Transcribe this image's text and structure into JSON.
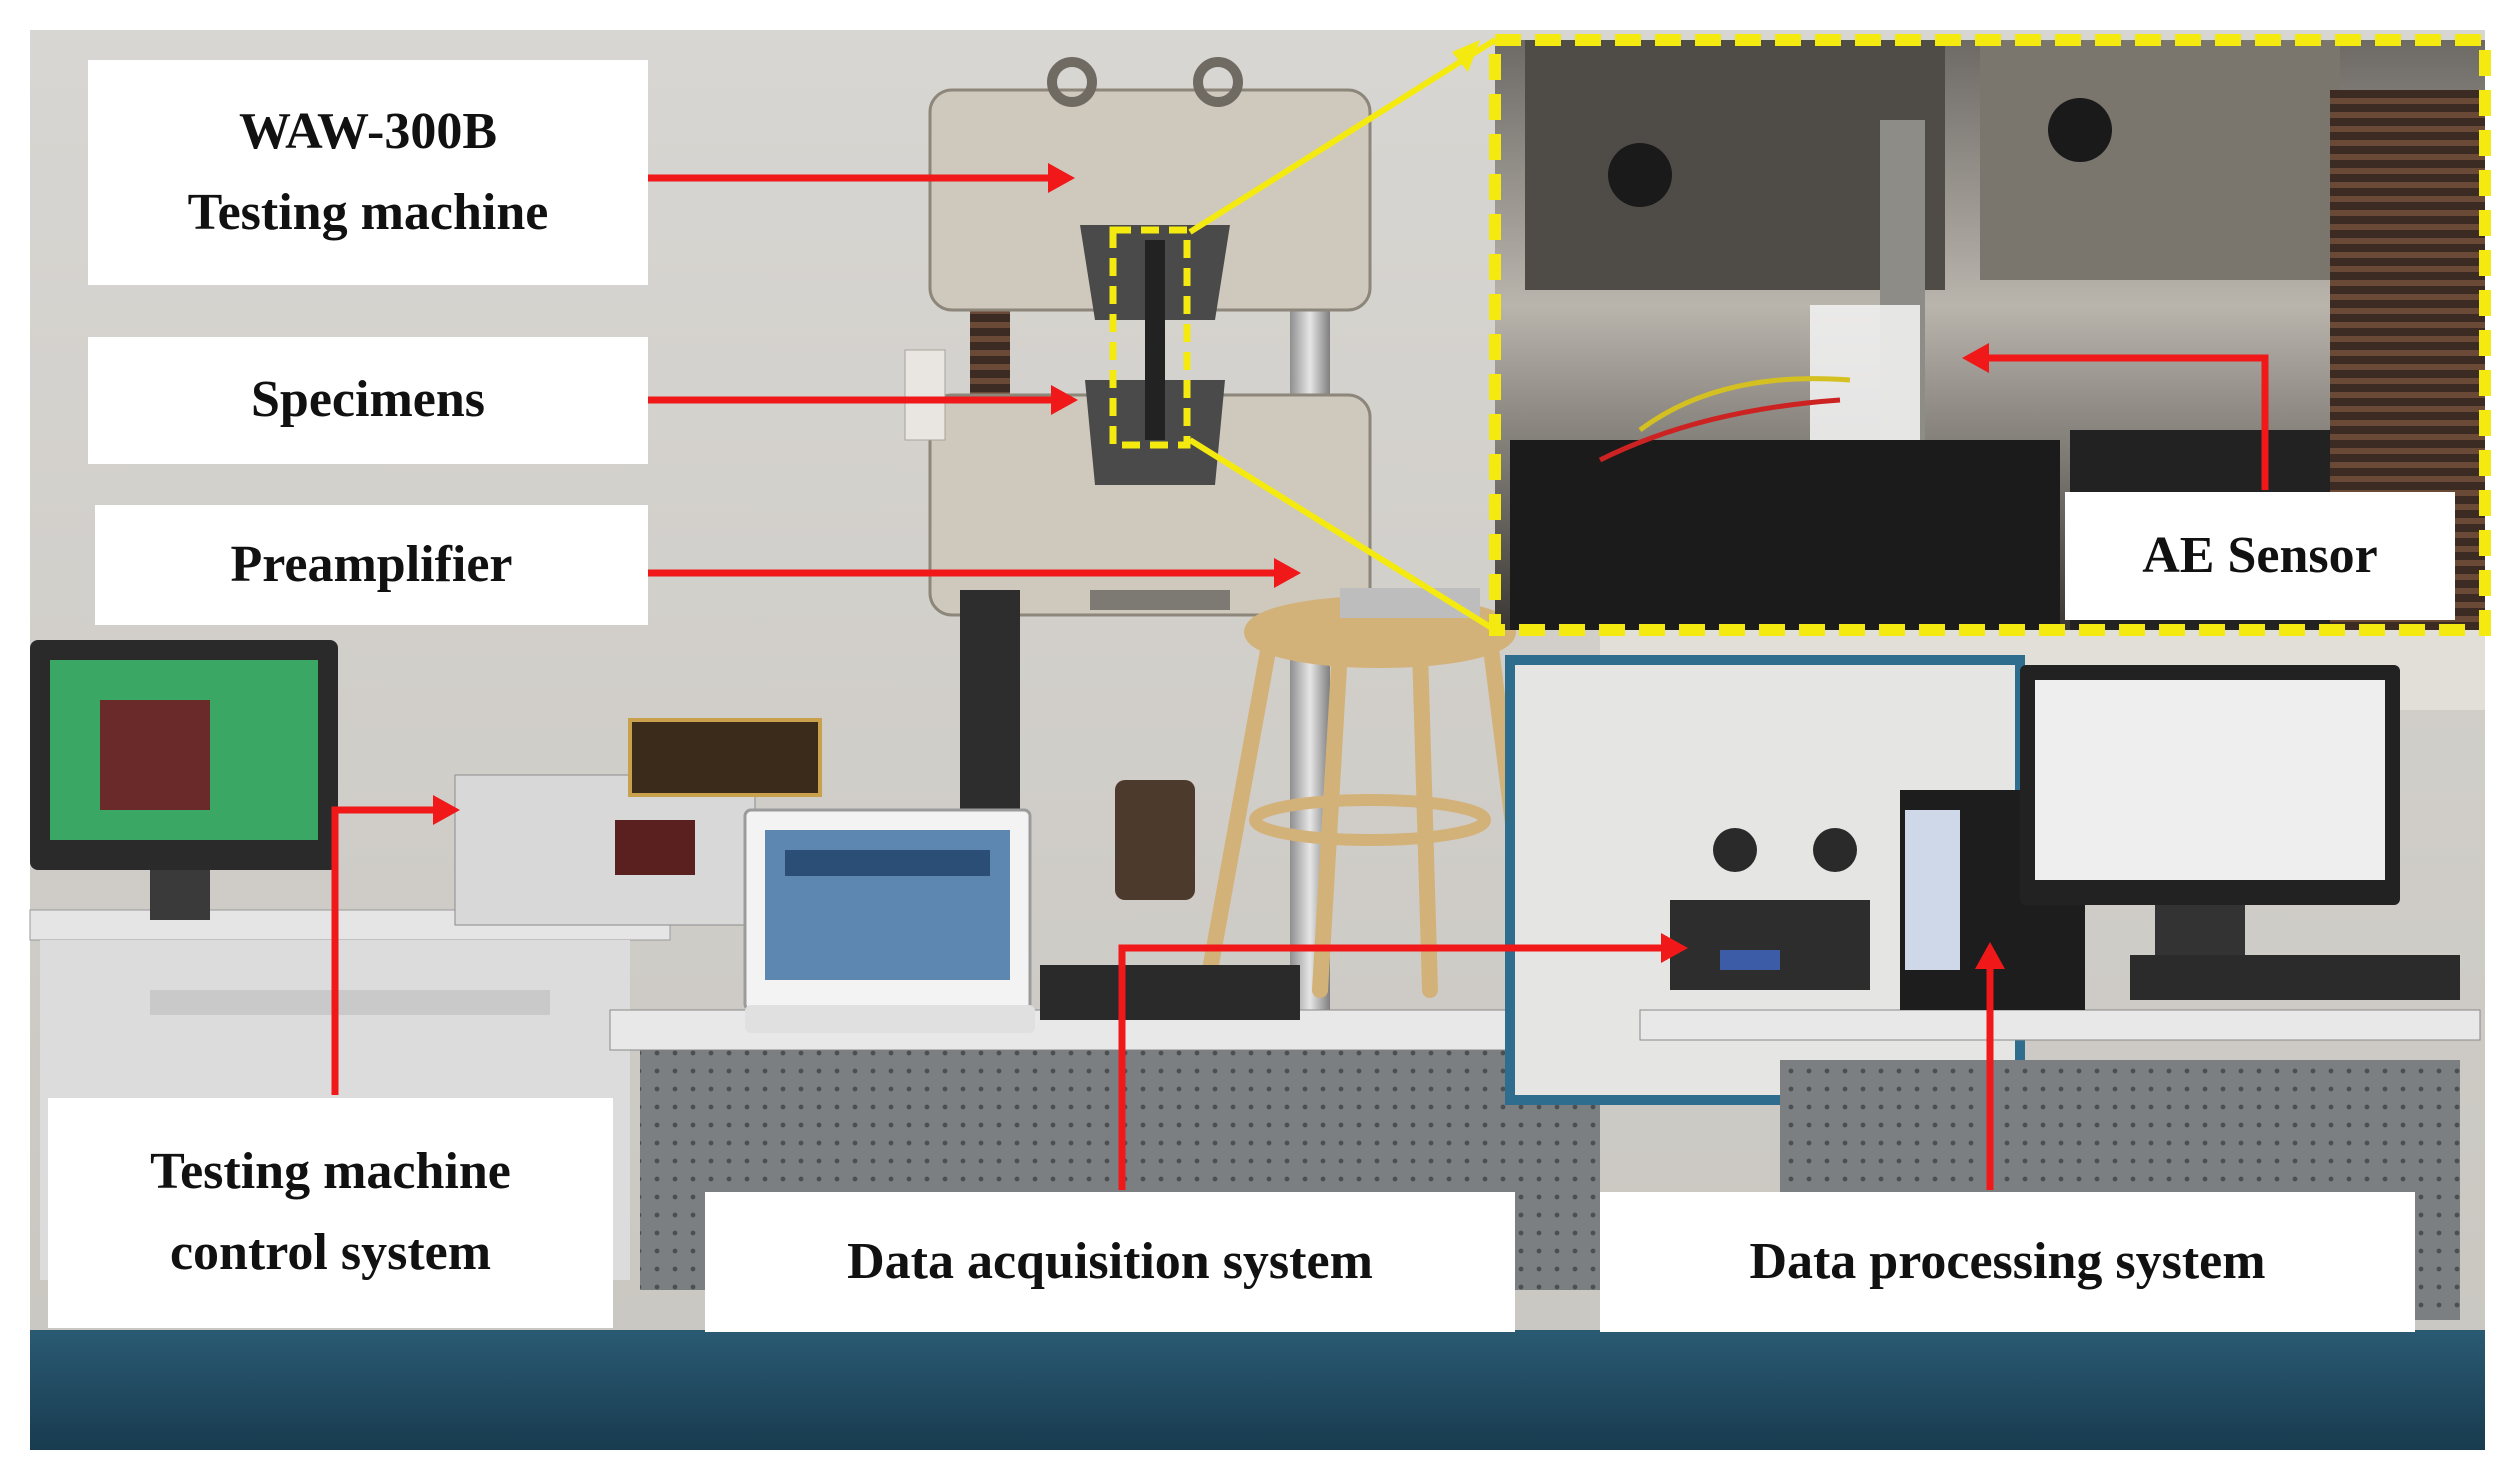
{
  "labels": {
    "waw_model": "WAW-300B",
    "waw_name": "Testing machine",
    "specimens": "Specimens",
    "preamplifier": "Preamplifier",
    "ae_sensor": "AE Sensor",
    "control_line1": "Testing machine",
    "control_line2": "control system",
    "acquisition": "Data acquisition system",
    "processing": "Data processing system"
  },
  "colors": {
    "arrow": "#f01818",
    "inset_border": "#f4ea10",
    "label_background": "#ffffff"
  }
}
